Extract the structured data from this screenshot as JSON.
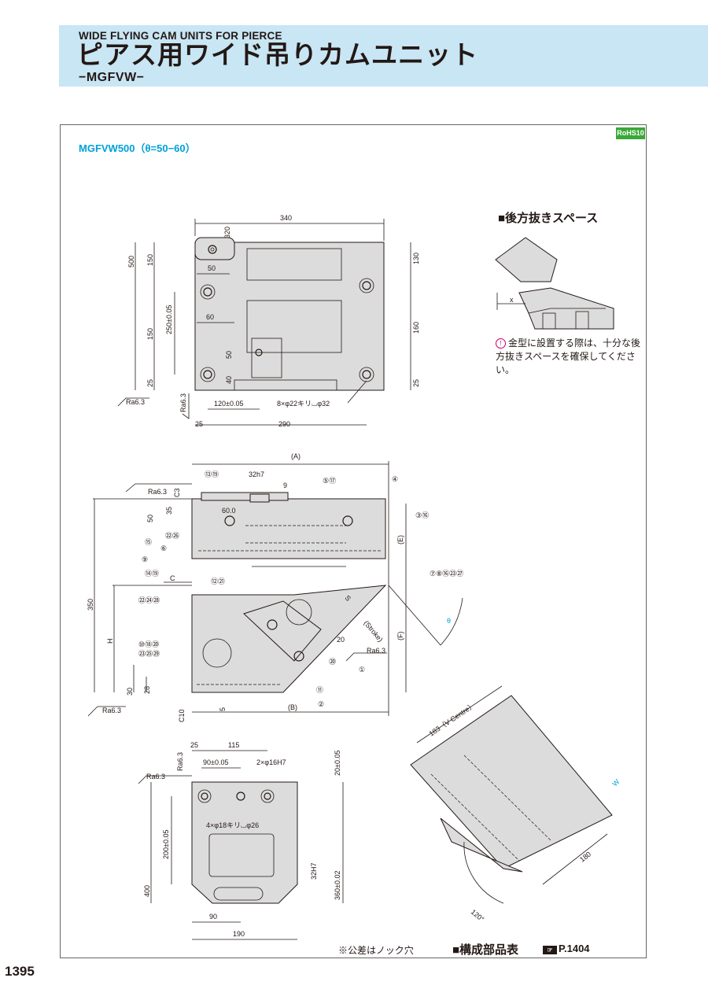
{
  "header": {
    "title_en": "WIDE FLYING CAM UNITS FOR PIERCE",
    "title_jp": "ピアス用ワイド吊りカムユニット",
    "model": "−MGFVW−"
  },
  "subtitle": "MGFVW500（θ=50−60）",
  "rohs_badge": "RoHS10",
  "rear_space": {
    "title": "■後方抜きスペース",
    "dim_x": "x",
    "note": "金型に設置する際は、十分な後方抜きスペースを確保してください。"
  },
  "top_view": {
    "dims": [
      "340",
      "320",
      "500",
      "150",
      "150",
      "25",
      "50",
      "60",
      "250±0.05",
      "50",
      "40",
      "130",
      "160",
      "25",
      "120±0.05",
      "8×φ22キリ⌴φ32",
      "25",
      "290"
    ],
    "roughness": [
      "Ra6.3",
      "Ra6.3"
    ]
  },
  "front_view": {
    "dims": [
      "(A)",
      "32h7",
      "9",
      "50",
      "35",
      "60.0",
      "C3",
      "350",
      "H",
      "C",
      "(E)",
      "(F)",
      "θ",
      "30",
      "28",
      "5",
      "(B)",
      "C10",
      "20",
      "S",
      "(Stroke)"
    ],
    "callouts": [
      "⑬⑲",
      "⑤⑰",
      "④",
      "③⑯",
      "㉒㉖",
      "⑮",
      "⑥",
      "⑨",
      "⑭⑲",
      "⑫㉑",
      "㉒㉔㉘",
      "⑦⑧⑯㉓㉗",
      "⑩⑱⑳",
      "㉓㉕㉙",
      "⑳",
      "①",
      "⑪",
      "②"
    ],
    "roughness": [
      "Ra6.3",
      "Ra6.3",
      "Ra6.3"
    ]
  },
  "bottom_view": {
    "dims": [
      "25",
      "115",
      "90±0.05",
      "2×φ16H7",
      "20±0.05",
      "200±0.05",
      "400",
      "4×φ18キリ⌴φ26",
      "32H7",
      "360±0.02",
      "90",
      "190"
    ],
    "roughness": [
      "Ra6.3",
      "Ra6.3"
    ]
  },
  "side_view": {
    "dims": [
      "183（V Centre）",
      "W",
      "180",
      "120°"
    ]
  },
  "footer": {
    "tolerance_note": "※公差はノック穴",
    "parts_table": "■構成部品表",
    "page_ref": "P.1404",
    "page_number": "1395"
  }
}
